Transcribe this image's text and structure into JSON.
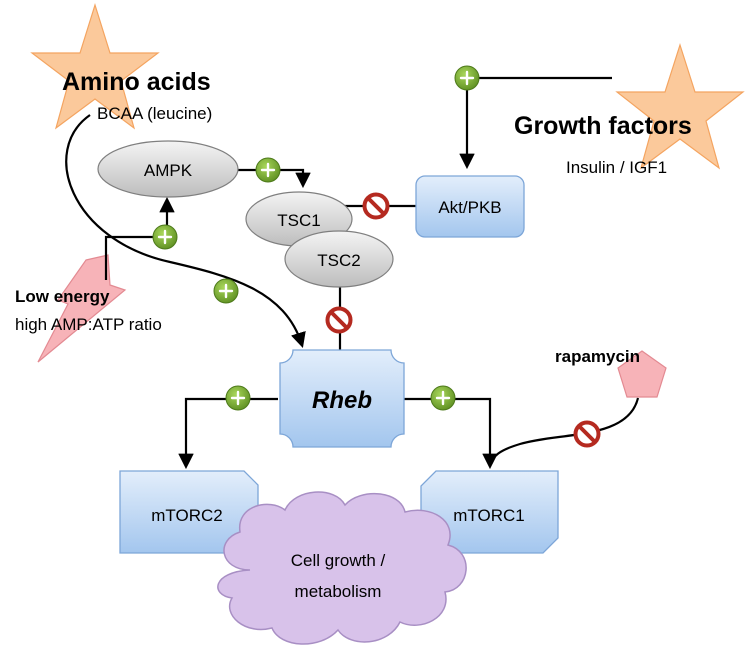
{
  "labels": {
    "amino_acids": "Amino acids",
    "bcaa": "BCAA (leucine)",
    "growth_factors": "Growth factors",
    "insulin_igf1": "Insulin / IGF1",
    "low_energy": "Low energy",
    "amp_atp_ratio": "high AMP:ATP ratio",
    "rapamycin": "rapamycin"
  },
  "nodes": {
    "ampk": "AMPK",
    "tsc1": "TSC1",
    "tsc2": "TSC2",
    "akt_pkb": "Akt/PKB",
    "rheb": "Rheb",
    "mtorc2": "mTORC2",
    "mtorc1": "mTORC1",
    "cell_growth_line1": "Cell growth /",
    "cell_growth_line2": "metabolism"
  },
  "symbols": {
    "activate": "+"
  },
  "colors": {
    "star_fill": "#fbc99b",
    "star_stroke": "#f4a460",
    "bolt_fill": "#f7b3b8",
    "pentagon_fill": "#f7b3b8",
    "box_fill_top": "#dbe8f8",
    "box_fill_bottom": "#9ec3ee",
    "box_stroke": "#7da6d8",
    "ellipse_fill_top": "#f2f2f2",
    "ellipse_fill_bottom": "#bfbfbf",
    "cloud_fill": "#d8c2ea",
    "cloud_stroke": "#a88fc4",
    "plus_fill": "#76a731",
    "inhibit_fill": "#c0392b"
  },
  "icons": {
    "activate": "plus-circle-icon",
    "inhibit": "no-symbol-icon"
  }
}
